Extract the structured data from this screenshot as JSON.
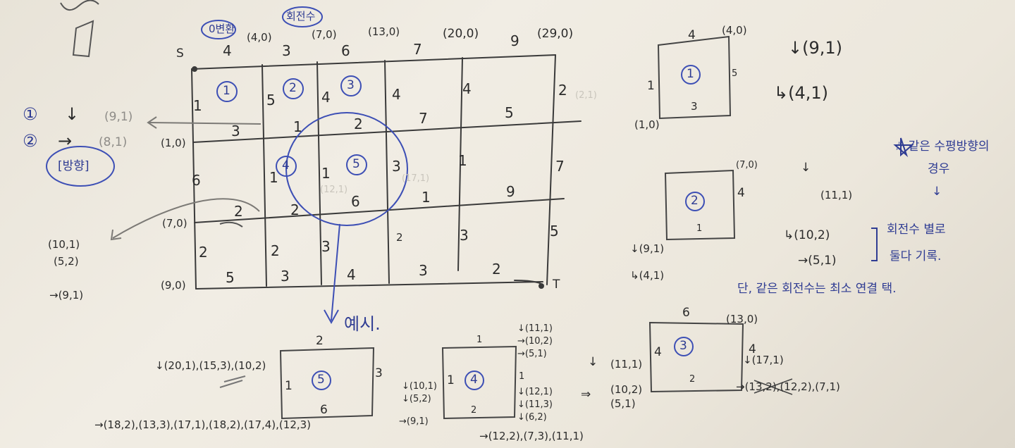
{
  "grid": {
    "start_label": "S",
    "end_label": "T",
    "top_weights": [
      "4",
      "3",
      "6",
      "7",
      "9"
    ],
    "corner_coords": [
      "(4,0)",
      "(7,0)",
      "(13,0)",
      "(20,0)",
      "(29,0)"
    ],
    "left_coords": [
      "(1,0)",
      "(7,0)",
      "(9,0)"
    ],
    "row1": {
      "left": "1",
      "v2": "5",
      "v3": "4",
      "v4": "4",
      "v5": "4",
      "right": "2"
    },
    "row1_bottom": {
      "h1": "3",
      "h2": "1",
      "h3": "2",
      "h4": "7",
      "h5": "5"
    },
    "row2": {
      "left": "6",
      "v2": "1",
      "v3": "1",
      "v4": "3",
      "v5": "1",
      "right": "7"
    },
    "row2_bottom": {
      "h1": "2",
      "h2": "2",
      "h3": "6",
      "h4": "1",
      "h5": "9"
    },
    "row3": {
      "left": "2",
      "v2": "2",
      "v3": "3",
      "v4": "2",
      "v5": "3",
      "right": "5"
    },
    "bottom_weights": [
      "5",
      "3",
      "4",
      "3",
      "2"
    ],
    "cell_numbers": [
      "1",
      "2",
      "3",
      "4",
      "5"
    ]
  },
  "top_notes": {
    "left_note": "0변환",
    "right_note": "회전수"
  },
  "left_notes": {
    "legend_1": "①",
    "legend_2": "②",
    "down_arrow": "↓",
    "right_arrow": "→",
    "values_1": "(9,1)",
    "values_2": "(8,1)",
    "bracket": "[방향]",
    "list": [
      "(10,1)",
      "(5,2)",
      "→(9,1)"
    ]
  },
  "example": {
    "label": "예시."
  },
  "bottom_boxes": {
    "box5": {
      "top": "2",
      "left": "1",
      "right": "3",
      "bottom": "6",
      "id": "5",
      "notes_top": "↓(20,1),(15,3),(10,2)",
      "notes_bottom": "→(18,2),(13,3),(17,1),(18,2),(17,4),(12,3)"
    },
    "box4": {
      "top": "1",
      "left": "1",
      "right": "1",
      "bottom": "2",
      "id": "4",
      "right_notes": [
        "↓(11,1)",
        "→(10,2)",
        "→(5,1)"
      ],
      "left_notes": [
        "↓(10,1)",
        "↓(5,2)",
        "→(9,1)"
      ],
      "right_notes_2": [
        "↓(12,1)",
        "↓(11,3)",
        "↓(6,2)"
      ],
      "notes_bottom": "→(12,2),(7,3),(11,1)"
    },
    "middle_notes": [
      "↓",
      "(11,1)",
      "⇒",
      "(10,2)",
      "(5,1)"
    ]
  },
  "right_diagrams": {
    "box1": {
      "top": "4",
      "left": "1",
      "right": "5",
      "bottom": "3",
      "id": "1",
      "corner": "(4,0)",
      "corner_bl": "(1,0)",
      "notes": [
        "↓(9,1)",
        "↳(4,1)"
      ]
    },
    "box2": {
      "right": "4",
      "bottom": "1",
      "id": "2",
      "corner": "(7,0)",
      "note": "(11,1)",
      "side_notes": [
        "↓(9,1)",
        "↳(4,1)"
      ],
      "branch": [
        "↳(10,2)",
        "→(5,1)"
      ]
    },
    "box3": {
      "top": "6",
      "left": "4",
      "right": "4",
      "bottom": "2",
      "id": "3",
      "corner": "(13,0)",
      "notes": [
        "↓(17,1)",
        "→(13,2),(12,2),(7,1)"
      ]
    },
    "star_note": [
      "☆ 같은 수평방향의",
      "경우"
    ],
    "both_note": [
      "회전수 별로",
      "둘다 기록."
    ],
    "min_note": "단, 같은 회전수는 최소 연결 택."
  }
}
